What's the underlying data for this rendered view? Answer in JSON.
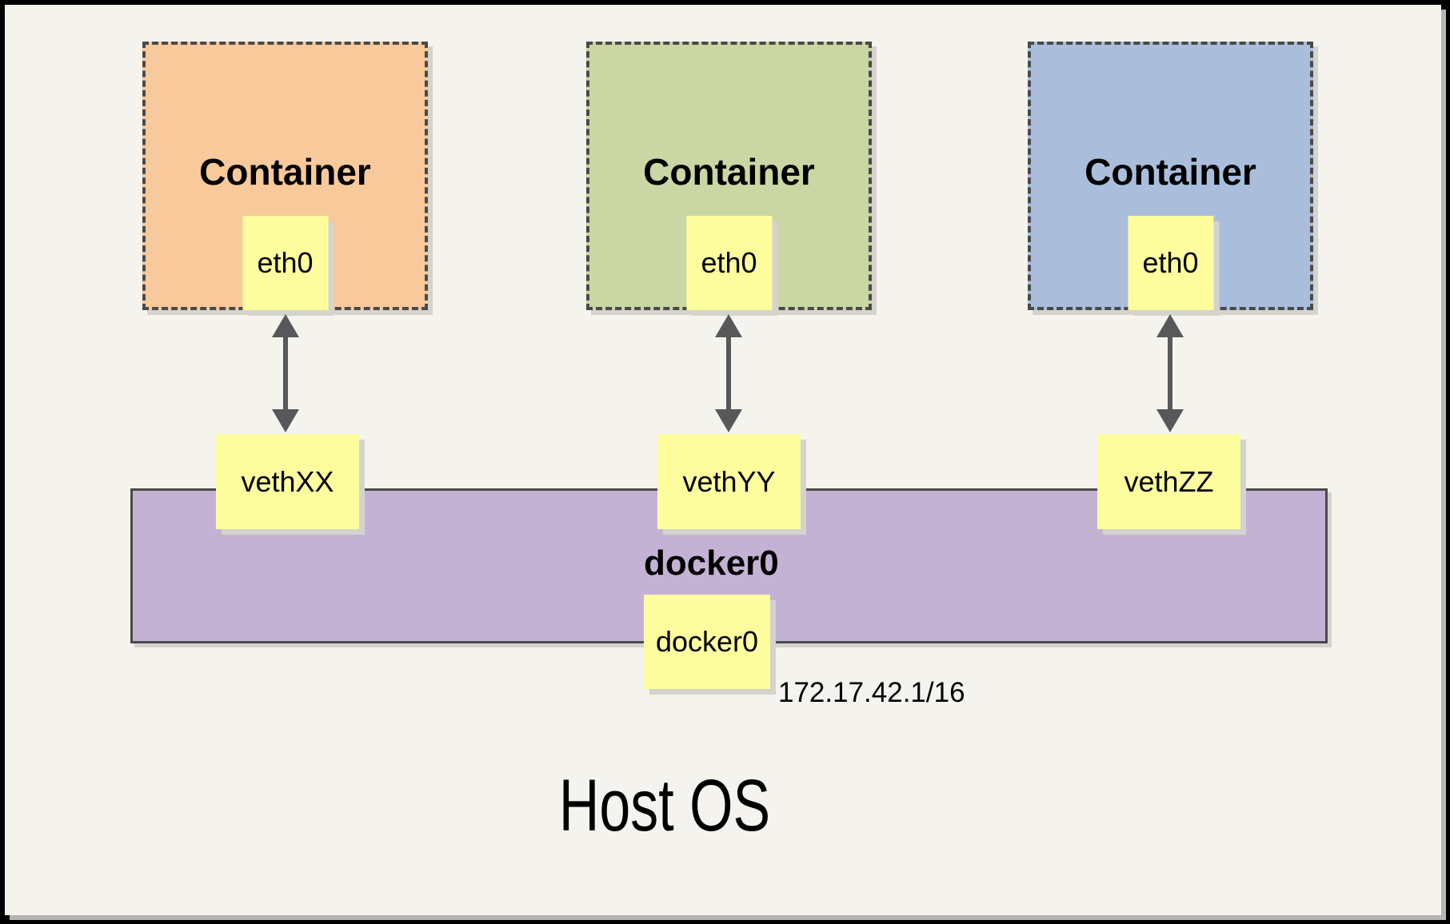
{
  "containers": [
    {
      "title": "Container",
      "eth_label": "eth0",
      "veth_label": "vethXX",
      "fill": "#F8C99A"
    },
    {
      "title": "Container",
      "eth_label": "eth0",
      "veth_label": "vethYY",
      "fill": "#CAD6A4"
    },
    {
      "title": "Container",
      "eth_label": "eth0",
      "veth_label": "vethZZ",
      "fill": "#AABEDC"
    }
  ],
  "bridge": {
    "name": "docker0",
    "interface_label": "docker0",
    "ip_cidr": "172.17.42.1/16",
    "fill": "#C4B2D5"
  },
  "host_label": "Host OS",
  "colors": {
    "background": "#F4F3EE",
    "note_yellow": "#FDFD9E",
    "border_gray": "#4A4A48",
    "arrow_gray": "#58585A"
  }
}
